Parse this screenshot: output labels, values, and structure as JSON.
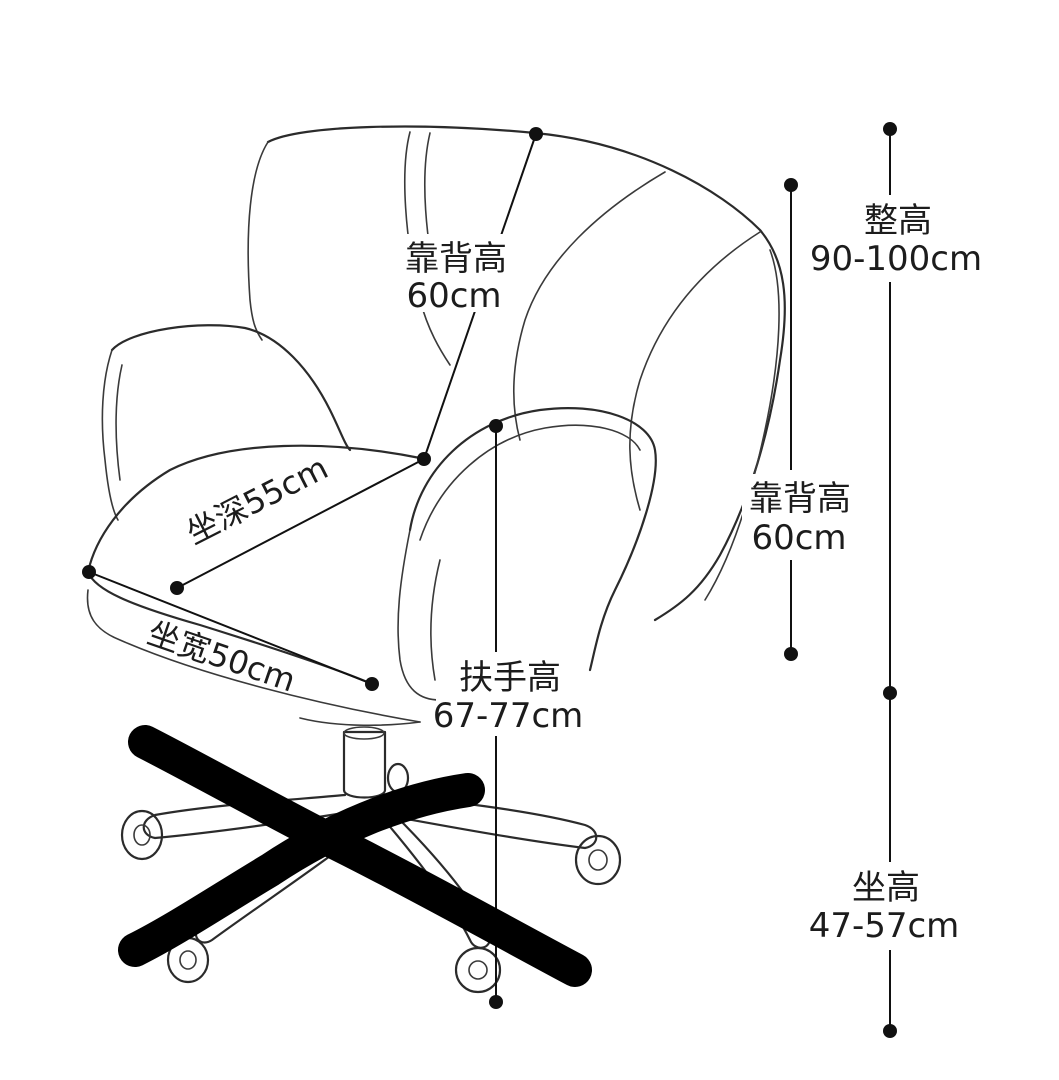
{
  "labels": {
    "backrest_top": {
      "name": "靠背高",
      "value": "60cm"
    },
    "overall": {
      "name": "整高",
      "value": "90-100cm"
    },
    "backrest_side": {
      "name": "靠背高",
      "value": "60cm"
    },
    "seat_depth": "坐深55cm",
    "seat_width": "坐宽50cm",
    "armrest": {
      "name": "扶手高",
      "value": "67-77cm"
    },
    "seat_height": {
      "name": "坐高",
      "value": "47-57cm"
    }
  },
  "colors": {
    "line": "#2b2b2b",
    "marker": "#111111",
    "cross": "#000000",
    "background": "#ffffff"
  }
}
